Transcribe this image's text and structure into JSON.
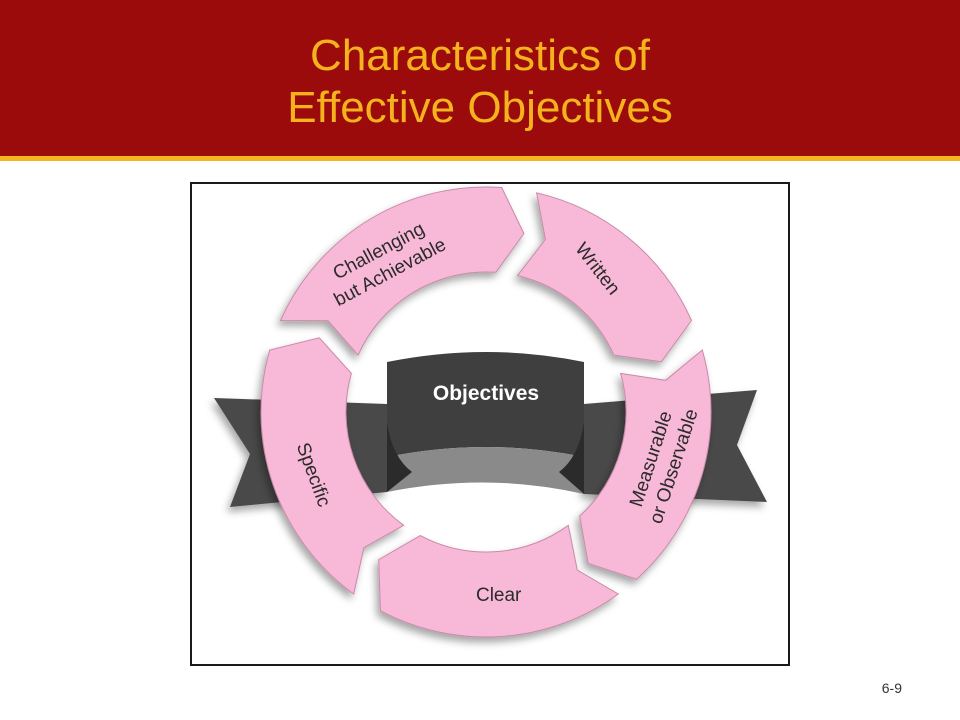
{
  "slide": {
    "title_line1": "Characteristics of",
    "title_line2": "Effective Objectives",
    "slide_number": "6-9"
  },
  "diagram": {
    "center_label": "Objectives",
    "segments": [
      {
        "id": "written",
        "lines": [
          "Written"
        ]
      },
      {
        "id": "measurable",
        "lines": [
          "Measurable",
          "or Observable"
        ]
      },
      {
        "id": "clear",
        "lines": [
          "Clear"
        ]
      },
      {
        "id": "specific",
        "lines": [
          "Specific"
        ]
      },
      {
        "id": "challenging",
        "lines": [
          "Challenging",
          "but Achievable"
        ]
      }
    ]
  },
  "colors": {
    "header_bg": "#9b0b0b",
    "header_rule": "#f2b51d",
    "title_text": "#f4b21c",
    "segment_fill": "#f7b9d7",
    "banner_fill": "#3f3f3f"
  }
}
